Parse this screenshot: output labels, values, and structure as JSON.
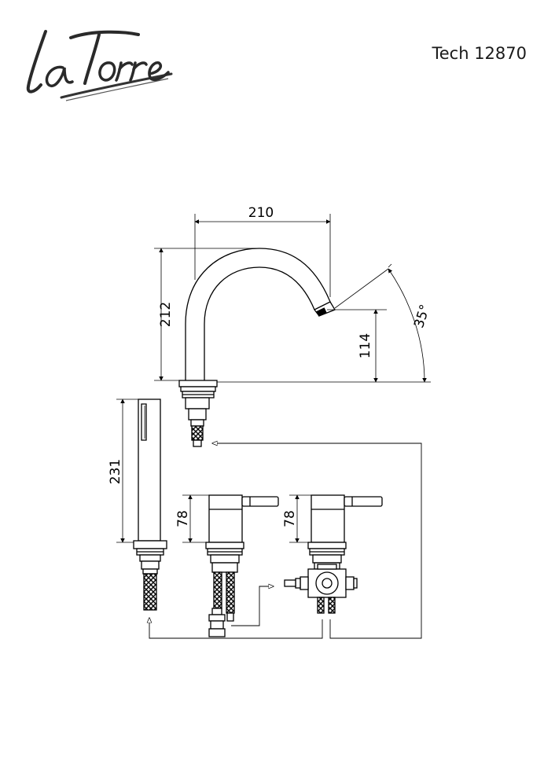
{
  "brand": {
    "name": "laTorre"
  },
  "model": "Tech 12870",
  "dimensions": {
    "spout_reach": "210",
    "spout_height": "212",
    "outlet_height": "114",
    "swivel_angle": "35°",
    "handshower_length": "231",
    "mixer_height_1": "78",
    "mixer_height_2": "78"
  },
  "colors": {
    "line": "#000000",
    "background": "#ffffff"
  }
}
